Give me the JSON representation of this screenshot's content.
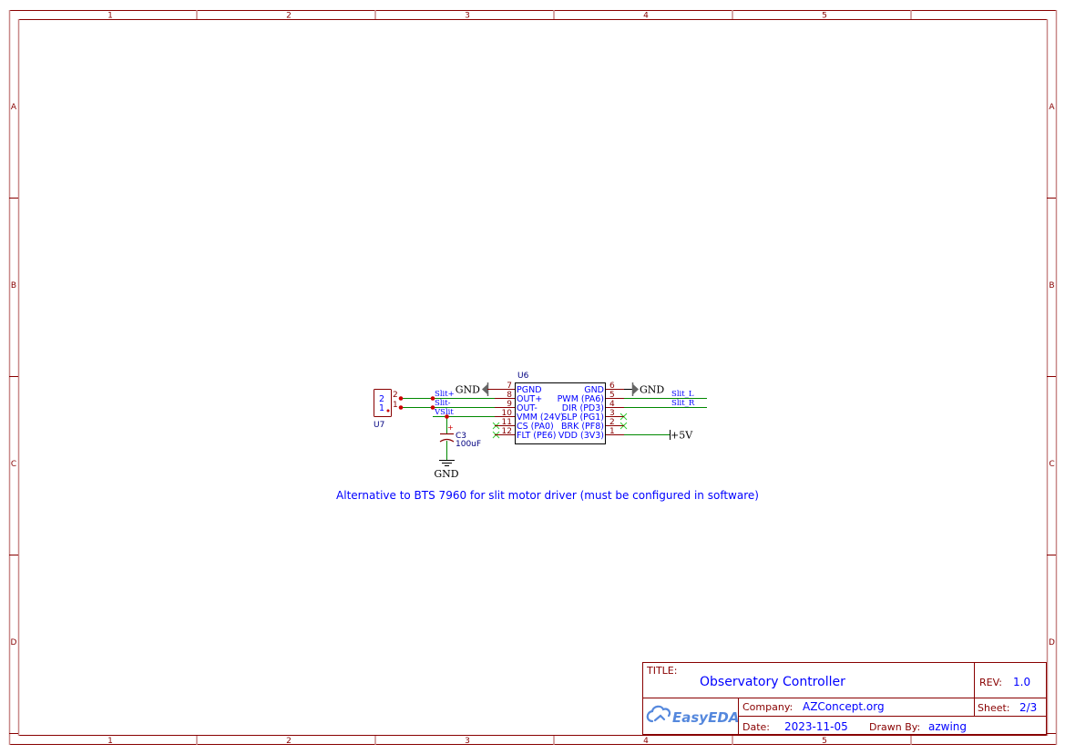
{
  "sheet": {
    "columns": [
      "1",
      "2",
      "3",
      "4",
      "5",
      ""
    ],
    "rows": [
      "A",
      "B",
      "C",
      "D"
    ],
    "colors": {
      "frame": "#880000",
      "frame_light": "#c88888",
      "wire": "#008800",
      "junction": "#cc0000",
      "text": "#0000ff",
      "noconnect": "#33cc33"
    }
  },
  "schematic": {
    "u7": {
      "ref": "U7",
      "pins": [
        {
          "num": "2",
          "name": "2"
        },
        {
          "num": "1",
          "name": "1"
        }
      ]
    },
    "u6": {
      "ref": "U6",
      "left_pins": [
        {
          "num": "7",
          "name": "PGND"
        },
        {
          "num": "8",
          "name": "OUT+"
        },
        {
          "num": "9",
          "name": "OUT-"
        },
        {
          "num": "10",
          "name": "VMM (24V)"
        },
        {
          "num": "11",
          "name": "CS (PA0)"
        },
        {
          "num": "12",
          "name": "FLT (PE6)"
        }
      ],
      "right_pins": [
        {
          "num": "6",
          "name": "GND"
        },
        {
          "num": "5",
          "name": "PWM (PA6)"
        },
        {
          "num": "4",
          "name": "DIR (PD3)"
        },
        {
          "num": "3",
          "name": "SLP (PG1)"
        },
        {
          "num": "2",
          "name": "BRK (PF8)"
        },
        {
          "num": "1",
          "name": "VDD (3V3)"
        }
      ]
    },
    "c3": {
      "ref": "C3",
      "value": "100uF"
    },
    "nets": {
      "slit_plus": "Slit+",
      "slit_minus": "Slit-",
      "vslit": "VSlit",
      "slit_l": "Slit_L",
      "slit_r": "Slit_R"
    },
    "power": {
      "gnd_left": "GND",
      "gnd_right": "GND",
      "gnd_cap": "GND",
      "plus5v": "+5V"
    },
    "note": "Alternative to BTS 7960 for slit motor driver (must be configured in software)"
  },
  "title_block": {
    "title_label": "TITLE:",
    "title": "Observatory Controller",
    "rev_label": "REV:",
    "rev": "1.0",
    "company_label": "Company:",
    "company": "AZConcept.org",
    "sheet_label": "Sheet:",
    "sheet": "2/3",
    "date_label": "Date:",
    "date": "2023-11-05",
    "drawn_by_label": "Drawn By:",
    "drawn_by": "azwing",
    "logo": "EasyEDA"
  }
}
